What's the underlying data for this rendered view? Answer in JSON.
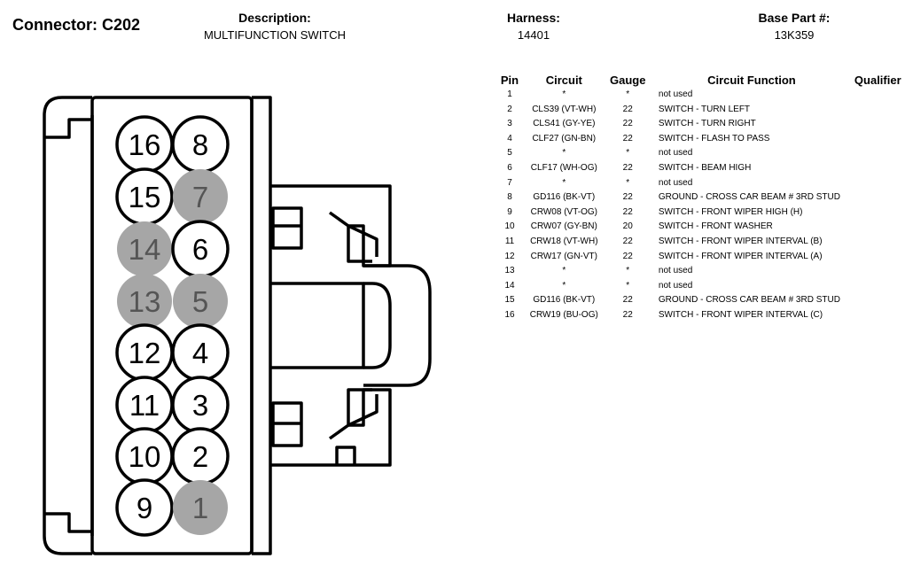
{
  "header": {
    "connector": "Connector: C202",
    "description_label": "Description:",
    "description_value": "MULTIFUNCTION SWITCH",
    "harness_label": "Harness:",
    "harness_value": "14401",
    "base_part_label": "Base Part #:",
    "base_part_value": "13K359"
  },
  "table": {
    "headers": [
      "Pin",
      "Circuit",
      "Gauge",
      "Circuit Function",
      "Qualifier"
    ],
    "rows": [
      {
        "pin": "1",
        "circuit": "*",
        "gauge": "*",
        "function": "not used"
      },
      {
        "pin": "2",
        "circuit": "CLS39 (VT-WH)",
        "gauge": "22",
        "function": "SWITCH - TURN LEFT"
      },
      {
        "pin": "3",
        "circuit": "CLS41 (GY-YE)",
        "gauge": "22",
        "function": "SWITCH - TURN RIGHT"
      },
      {
        "pin": "4",
        "circuit": "CLF27 (GN-BN)",
        "gauge": "22",
        "function": "SWITCH - FLASH TO PASS"
      },
      {
        "pin": "5",
        "circuit": "*",
        "gauge": "*",
        "function": "not used"
      },
      {
        "pin": "6",
        "circuit": "CLF17 (WH-OG)",
        "gauge": "22",
        "function": "SWITCH - BEAM HIGH"
      },
      {
        "pin": "7",
        "circuit": "*",
        "gauge": "*",
        "function": "not used"
      },
      {
        "pin": "8",
        "circuit": "GD116 (BK-VT)",
        "gauge": "22",
        "function": "GROUND - CROSS CAR BEAM # 3RD STUD"
      },
      {
        "pin": "9",
        "circuit": "CRW08 (VT-OG)",
        "gauge": "22",
        "function": "SWITCH - FRONT WIPER HIGH (H)"
      },
      {
        "pin": "10",
        "circuit": "CRW07 (GY-BN)",
        "gauge": "20",
        "function": "SWITCH - FRONT WASHER"
      },
      {
        "pin": "11",
        "circuit": "CRW18 (VT-WH)",
        "gauge": "22",
        "function": "SWITCH - FRONT WIPER INTERVAL (B)"
      },
      {
        "pin": "12",
        "circuit": "CRW17 (GN-VT)",
        "gauge": "22",
        "function": "SWITCH - FRONT WIPER INTERVAL (A)"
      },
      {
        "pin": "13",
        "circuit": "*",
        "gauge": "*",
        "function": "not used"
      },
      {
        "pin": "14",
        "circuit": "*",
        "gauge": "*",
        "function": "not used"
      },
      {
        "pin": "15",
        "circuit": "GD116 (BK-VT)",
        "gauge": "22",
        "function": "GROUND - CROSS CAR BEAM # 3RD STUD"
      },
      {
        "pin": "16",
        "circuit": "CRW19 (BU-OG)",
        "gauge": "22",
        "function": "SWITCH - FRONT WIPER INTERVAL (C)"
      }
    ]
  },
  "diagram": {
    "pins": [
      {
        "label": "16",
        "used": true
      },
      {
        "label": "8",
        "used": true
      },
      {
        "label": "15",
        "used": true
      },
      {
        "label": "7",
        "used": false
      },
      {
        "label": "14",
        "used": false
      },
      {
        "label": "6",
        "used": true
      },
      {
        "label": "13",
        "used": false
      },
      {
        "label": "5",
        "used": false
      },
      {
        "label": "12",
        "used": true
      },
      {
        "label": "4",
        "used": true
      },
      {
        "label": "11",
        "used": true
      },
      {
        "label": "3",
        "used": true
      },
      {
        "label": "10",
        "used": true
      },
      {
        "label": "2",
        "used": true
      },
      {
        "label": "9",
        "used": true
      },
      {
        "label": "1",
        "used": false
      }
    ],
    "colors": {
      "outline": "#000000",
      "unused_fill": "#a6a6a6",
      "unused_text": "#555555",
      "used_fill": "#ffffff"
    }
  }
}
